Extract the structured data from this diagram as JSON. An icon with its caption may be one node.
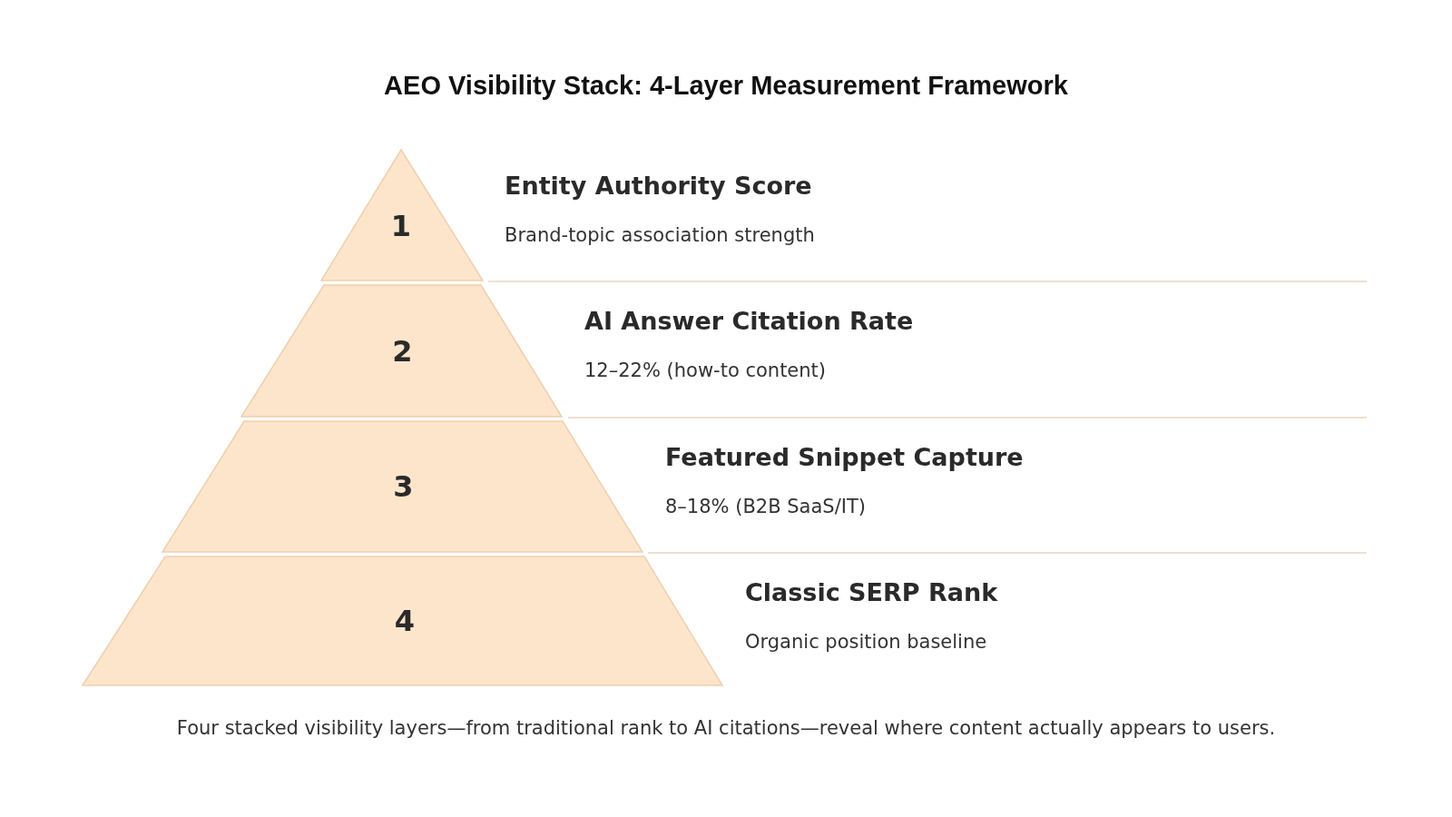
{
  "diagram": {
    "title": "AEO Visibility Stack: 4-Layer Measurement Framework",
    "caption": "Four stacked visibility layers—from traditional rank to AI citations—reveal where content actually appears to users.",
    "nodes": [
      {
        "text": [
          "1"
        ],
        "beside": [
          "Entity Authority Score",
          "Brand-topic association strength"
        ]
      },
      {
        "text": [
          "2"
        ],
        "beside": [
          "AI Answer Citation Rate",
          "12–22% (how-to content)"
        ]
      },
      {
        "text": [
          "3"
        ],
        "beside": [
          "Featured Snippet Capture",
          "8–18% (B2B SaaS/IT)"
        ]
      },
      {
        "text": [
          "4"
        ],
        "beside": [
          "Classic SERP Rank",
          "Organic position baseline"
        ]
      }
    ]
  }
}
